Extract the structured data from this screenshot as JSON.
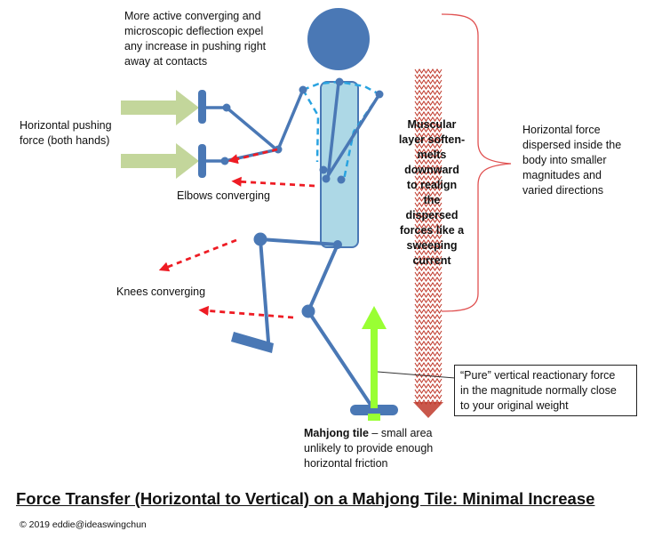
{
  "annotations": {
    "contacts": [
      "More active converging and",
      "microscopic deflection expel",
      "any increase in pushing right",
      "away at contacts"
    ],
    "pushing_force": [
      "Horizontal pushing",
      "force (both hands)"
    ],
    "elbows": "Elbows converging",
    "knees": "Knees converging",
    "muscular": [
      "Muscular",
      "layer soften-",
      "melts",
      "downward",
      "to realign",
      "the",
      "dispersed",
      "forces like a",
      "sweeping",
      "current"
    ],
    "dispersed_force": [
      "Horizontal force",
      "dispersed inside the",
      "body into smaller",
      "magnitudes and",
      "varied directions"
    ],
    "vertical_force": [
      "“Pure” vertical reactionary force",
      "in the magnitude normally close",
      "to your original weight"
    ],
    "tile_label_bold": "Mahjong tile",
    "tile_label_rest": " – small area",
    "tile_label_lines": [
      "unlikely to provide enough",
      "horizontal friction"
    ]
  },
  "title": "Force Transfer (Horizontal to Vertical) on a Mahjong Tile: Minimal Increase",
  "copyright": "© 2019 eddie@ideaswingchun",
  "colors": {
    "figure": "#4a78b5",
    "torso_fill": "#add8e6",
    "push_arrow": "#c3d69b",
    "dispersed_arrow": "#ee1c24",
    "vertical_arrow": "#99ff33",
    "brace": "#e05050",
    "zigzag": "#c0392b"
  }
}
